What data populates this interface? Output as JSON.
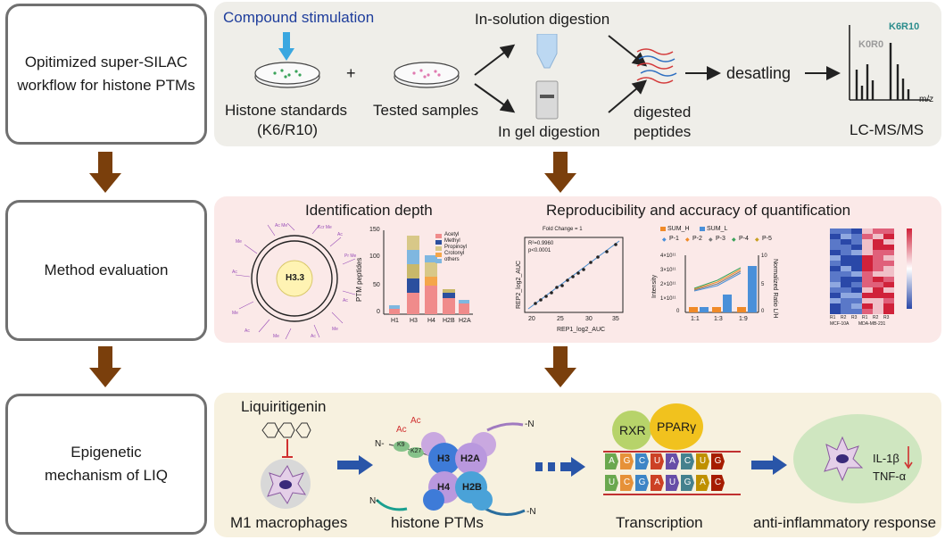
{
  "labels": {
    "row1": "Opitimized super-SILAC workflow for histone PTMs",
    "row2": "Method evaluation",
    "row3_line1": "Epigenetic",
    "row3_line2": "mechanism of LIQ"
  },
  "panel1": {
    "compound_stimulation": "Compound stimulation",
    "plus": "+",
    "histone_standards": "Histone standards",
    "k6r10": "(K6/R10)",
    "tested_samples": "Tested samples",
    "in_solution": "In-solution digestion",
    "in_gel": "In gel digestion",
    "digested": "digested",
    "peptides": "peptides",
    "desalting": "desatling",
    "lcms": "LC-MS/MS",
    "k0r0": "K0R0",
    "k6r10_ms": "K6R10",
    "mz": "m/z"
  },
  "panel2": {
    "identification_depth": "Identification depth",
    "reproducibility": "Reproducibility and accuracy of quantification",
    "circle_center": "H3.3",
    "bar": {
      "ylabel": "PTM peptides",
      "categories": [
        "H1",
        "H3",
        "H4",
        "H2B",
        "H2A"
      ],
      "ticks": [
        "0",
        "50",
        "100",
        "150"
      ],
      "legend": [
        "Acetyl",
        "Methyl",
        "Propinoyl",
        "Crotonyl",
        "others"
      ]
    },
    "scatter": {
      "title": "Fold Change = 1",
      "r2": "R²=0.9960",
      "p": "p<0.0001",
      "xlabel": "REP1_log2_AUC",
      "ylabel": "REP2_log2_AUC",
      "ticks": [
        "20",
        "25",
        "30",
        "35"
      ]
    },
    "quant": {
      "legend_top": [
        "SUM_H",
        "SUM_L"
      ],
      "legend_p": [
        "P-1",
        "P-2",
        "P-3",
        "P-4",
        "P-5"
      ],
      "ylabel": "Intensity",
      "y2label": "Normalized Ratio L/H",
      "ticks": [
        "4×10¹¹",
        "3×10¹¹",
        "2×10¹¹",
        "1×10¹¹",
        "0"
      ],
      "y2ticks": [
        "10",
        "5",
        "0"
      ],
      "categories": [
        "1:1",
        "1:3",
        "1:9"
      ]
    },
    "heatmap": {
      "cols": [
        "R1",
        "R2",
        "R3",
        "R1",
        "R2",
        "R3"
      ],
      "groups": [
        "MCF-10A",
        "MDA-MB-231"
      ]
    }
  },
  "panel3": {
    "liquiritigenin": "Liquiritigenin",
    "m1": "M1 macrophages",
    "histone_ptms": "histone PTMs",
    "transcription": "Transcription",
    "anti": "anti-inflammatory response",
    "rxr": "RXR",
    "ppar": "PPARγ",
    "h3": "H3",
    "h2a": "H2A",
    "h4": "H4",
    "h2b": "H2B",
    "k9": "K9",
    "k27": "K27",
    "ac": "Ac",
    "n_term": "N-",
    "n_term2": "-N",
    "il1b": "IL-1β",
    "tnfa": "TNF-α",
    "dna_top": [
      "A",
      "G",
      "C",
      "U",
      "A",
      "C",
      "U",
      "G"
    ],
    "dna_bottom": [
      "U",
      "C",
      "G",
      "A",
      "U",
      "G",
      "A",
      "C"
    ]
  },
  "colors": {
    "arrow_brown": "#7a3f0c",
    "panel1_bg": "#efeee9",
    "panel2_bg": "#fbe9e8",
    "panel3_bg": "#f7f1df",
    "blue_arrow": "#2955a8",
    "title_blue": "#1f3e9c"
  }
}
